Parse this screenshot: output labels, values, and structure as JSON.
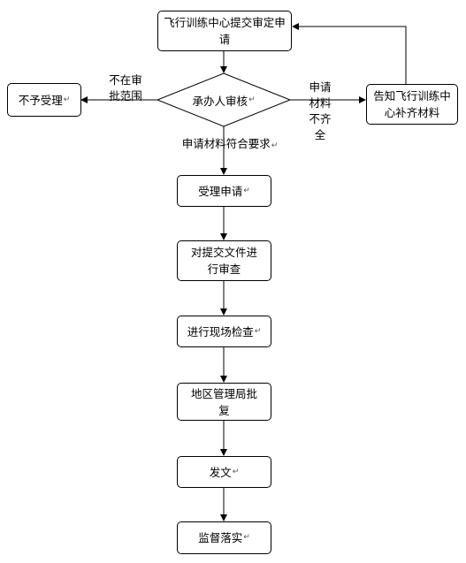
{
  "nodes": {
    "submit": "飞行训练中心提交审定申请",
    "review": "承办人审核",
    "reject": "不予受理",
    "supplement": "告知飞行训练中心补齐材料",
    "accept": "受理申请",
    "examine": "对提交文件进行审查",
    "inspect": "进行现场检查",
    "approve": "地区管理局批复",
    "issue": "发文",
    "supervise": "监督落实"
  },
  "labels": {
    "out_of_scope": "不在审批范围",
    "incomplete": "申请材料不齐全",
    "meets": "申请材料符合要求"
  },
  "mark": "↵"
}
